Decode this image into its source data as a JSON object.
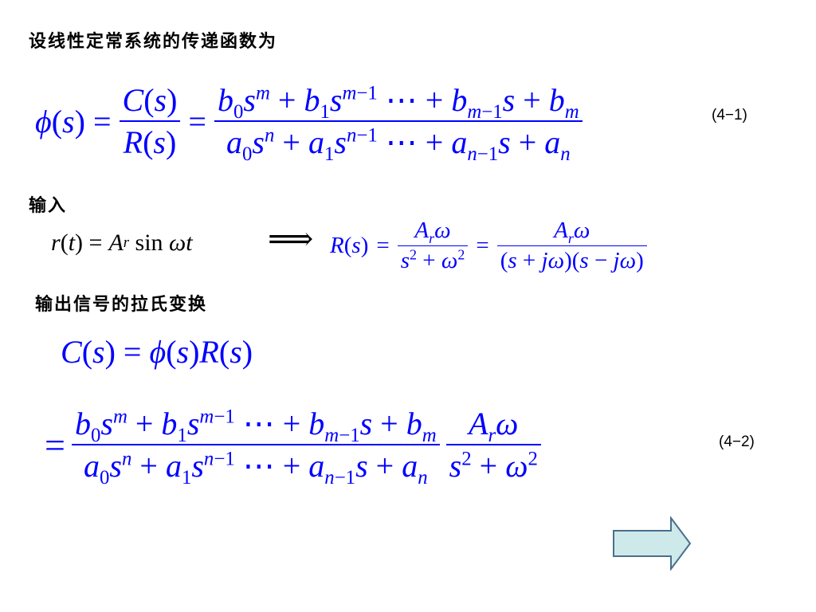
{
  "slide": {
    "heading_intro": "设线性定常系统的传递函数为",
    "heading_input": "输入",
    "heading_output": "输出信号的拉氏变换",
    "eq1": {
      "phi": "ϕ(s) =",
      "lhs_num": "C(s)",
      "lhs_den": "R(s)",
      "eq": "=",
      "rhs_num": "b0s^m + b1s^(m−1) ⋯ + b(m−1)s + bm",
      "rhs_den": "a0s^n + a1s^(n−1) ⋯ + a(n−1)s + an",
      "number": "(4−1)"
    },
    "eq_input": {
      "lhs": "r(t) = Ar sin ωt",
      "arrow": "⟹",
      "rs": "R(s) =",
      "frac1_num": "Arω",
      "frac1_den": "s² + ω²",
      "eq": "=",
      "frac2_num": "Arω",
      "frac2_den": "(s + jω)(s − jω)"
    },
    "eq2": {
      "line1": "C(s) = ϕ(s)R(s)",
      "eq": "=",
      "frac1_num": "b0s^m + b1s^(m−1) ⋯ + b(m−1)s + bm",
      "frac1_den": "a0s^n + a1s^(n−1) ⋯ + a(n−1)s + an",
      "frac2_num": "Arω",
      "frac2_den": "s² + ω²",
      "number": "(4−2)"
    },
    "next_arrow": "next-arrow"
  }
}
